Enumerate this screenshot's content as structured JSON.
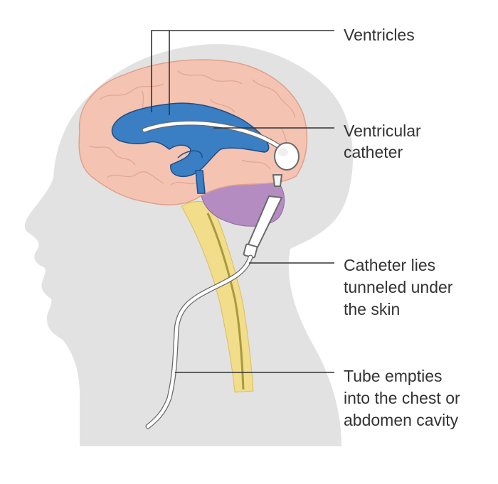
{
  "labels": {
    "ventricles": "Ventricles",
    "ventricular_catheter": [
      "Ventricular",
      "catheter"
    ],
    "catheter_tunneled": [
      "Catheter lies",
      "tunneled under",
      "the skin"
    ],
    "tube_empties": [
      "Tube empties",
      "into the chest or",
      "abdomen cavity"
    ]
  },
  "colors": {
    "head": "#e2e2e2",
    "brain": "#f4c3b2",
    "brain_outline": "#e0a08c",
    "ventricles": "#3a7ec4",
    "ventricles_outline": "#1f4e86",
    "cerebellum": "#b48cc2",
    "brainstem": "#f1dd8a",
    "tube": "#ffffff",
    "tube_outline": "#6a6a6a",
    "leader": "#333333"
  }
}
